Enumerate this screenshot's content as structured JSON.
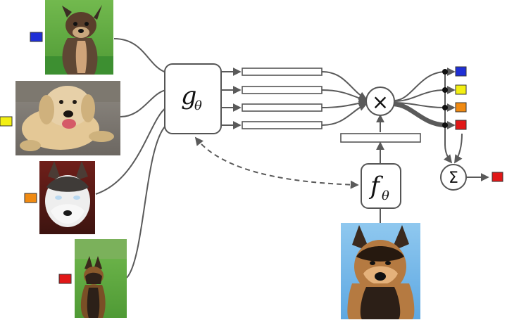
{
  "labels": {
    "g_function": {
      "main": "g",
      "subscript": "θ"
    },
    "f_function": {
      "main": "f",
      "subscript": "θ"
    },
    "multiply_symbol": "×",
    "sum_symbol": "Σ"
  },
  "icons": {
    "support_images": [
      "chihuahua-photo-icon",
      "labrador-photo-icon",
      "husky-photo-icon",
      "german-shepherd-photo-icon"
    ],
    "query_image": "german-shepherd-query-photo-icon"
  },
  "colors": {
    "blue": "#1f2fd6",
    "yellow": "#f3ef12",
    "orange": "#f08a12",
    "red": "#e11818",
    "line": "#5a5a5a",
    "box_stroke": "#555555"
  }
}
